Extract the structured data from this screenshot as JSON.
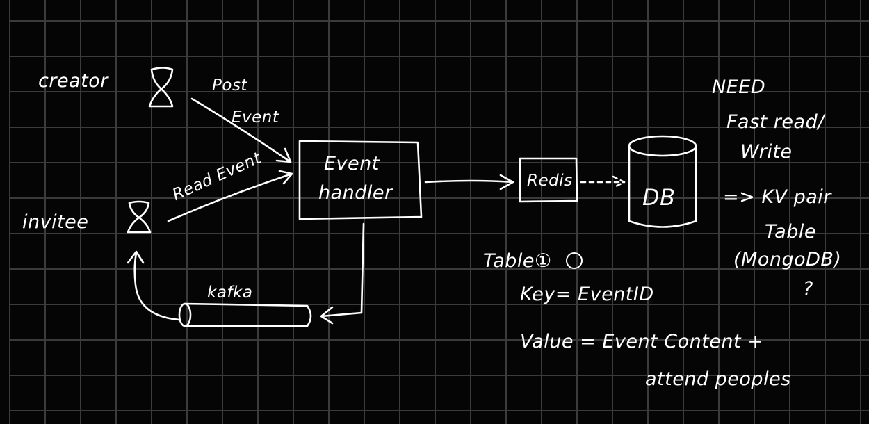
{
  "actors": {
    "creator": "creator",
    "invitee": "invitee"
  },
  "edges": {
    "post_event": [
      "Post",
      "Event"
    ],
    "read_event": "Read Event"
  },
  "components": {
    "event_handler": [
      "Event",
      "handler"
    ],
    "redis": "Redis",
    "db": "DB",
    "kafka": "kafka"
  },
  "notes": {
    "need": "NEED",
    "fast_read": "Fast read/",
    "write": "Write",
    "kv_pair": "=> KV pair",
    "table": "Table",
    "mongodb": "(MongoDB)",
    "question": "?",
    "table1": "Table①",
    "key": "Key= EventID",
    "value": "Value = Event Content +",
    "attend": "attend peoples"
  },
  "colors": {
    "background": "#050505",
    "grid": "#3c3a3c",
    "ink": "#ffffff"
  }
}
